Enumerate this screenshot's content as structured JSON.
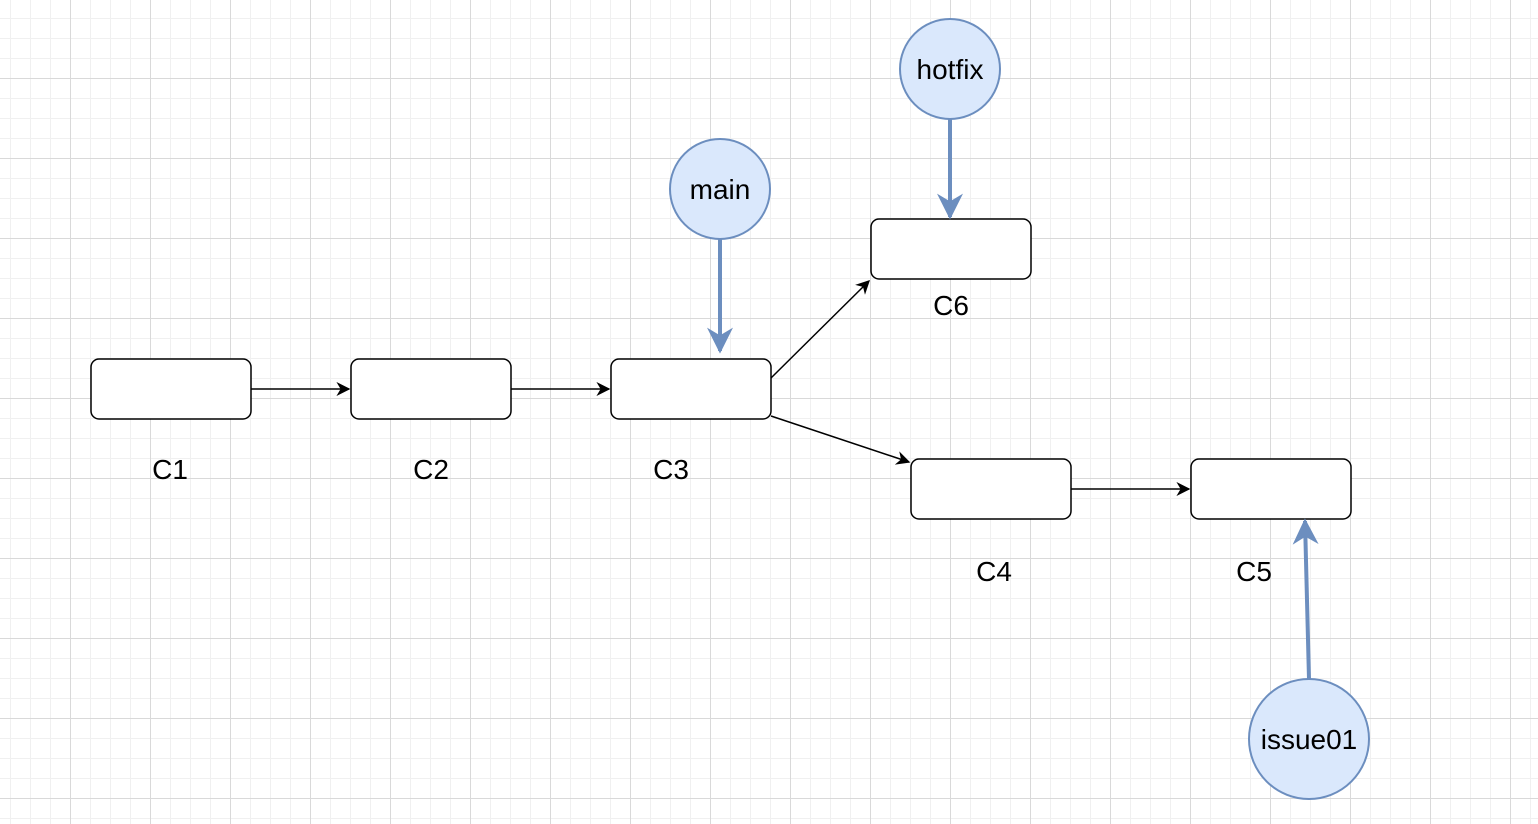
{
  "commits": [
    {
      "id": "c1",
      "label": "C1"
    },
    {
      "id": "c2",
      "label": "C2"
    },
    {
      "id": "c3",
      "label": "C3"
    },
    {
      "id": "c4",
      "label": "C4"
    },
    {
      "id": "c5",
      "label": "C5"
    },
    {
      "id": "c6",
      "label": "C6"
    }
  ],
  "branches": [
    {
      "id": "main",
      "label": "main",
      "points_to": "c3"
    },
    {
      "id": "hotfix",
      "label": "hotfix",
      "points_to": "c6"
    },
    {
      "id": "issue01",
      "label": "issue01",
      "points_to": "c5"
    }
  ],
  "edges": [
    {
      "from": "c1",
      "to": "c2"
    },
    {
      "from": "c2",
      "to": "c3"
    },
    {
      "from": "c3",
      "to": "c6"
    },
    {
      "from": "c3",
      "to": "c4"
    },
    {
      "from": "c4",
      "to": "c5"
    }
  ],
  "colors": {
    "branch_fill": "#dae8fc",
    "branch_stroke": "#6c8ebf",
    "edge": "#000000"
  }
}
